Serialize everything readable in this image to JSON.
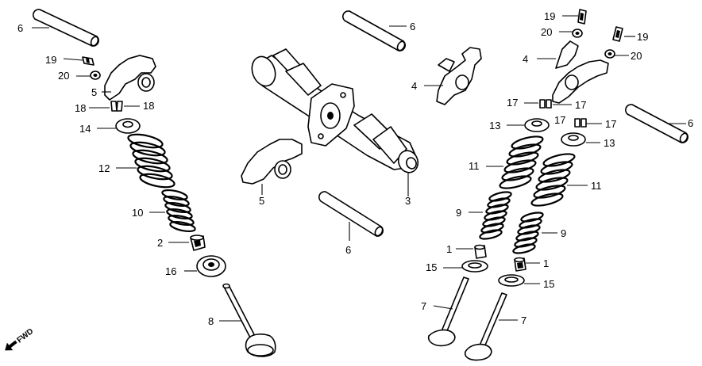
{
  "callouts": {
    "c6_top_left": "6",
    "c19_left": "19",
    "c20_left": "20",
    "c5_left": "5",
    "c18_a": "18",
    "c18_b": "18",
    "c14": "14",
    "c12": "12",
    "c10": "10",
    "c2": "2",
    "c16": "16",
    "c8": "8",
    "c6_top_center": "6",
    "c4_center": "4",
    "c5_center": "5",
    "c3": "3",
    "c6_center": "6",
    "c19_top": "19",
    "c20_top": "20",
    "c19_right": "19",
    "c20_right": "20",
    "c4_right": "4",
    "c17_a": "17",
    "c17_b": "17",
    "c17_c": "17",
    "c17_d": "17",
    "c13_a": "13",
    "c13_b": "13",
    "c6_right": "6",
    "c11_a": "11",
    "c11_b": "11",
    "c9_a": "9",
    "c9_b": "9",
    "c1_a": "1",
    "c1_b": "1",
    "c15_a": "15",
    "c15_b": "15",
    "c7_a": "7",
    "c7_b": "7"
  },
  "fwd_label": "FWD"
}
